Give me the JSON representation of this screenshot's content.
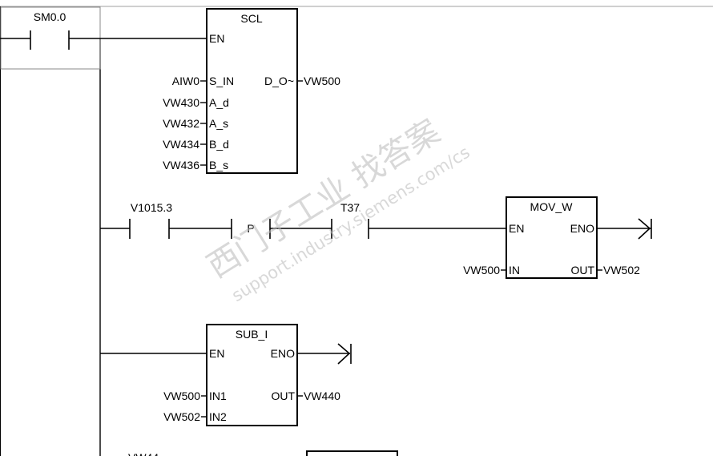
{
  "contact_sm00": {
    "label": "SM0.0"
  },
  "scl_box": {
    "title": "SCL",
    "en": "EN",
    "inputs": [
      {
        "var": "AIW0",
        "pin": "S_IN"
      },
      {
        "var": "VW430",
        "pin": "A_d"
      },
      {
        "var": "VW432",
        "pin": "A_s"
      },
      {
        "var": "VW434",
        "pin": "B_d"
      },
      {
        "var": "VW436",
        "pin": "B_s"
      }
    ],
    "output_pin": "D_O~",
    "output_var": "VW500"
  },
  "rung2": {
    "contact_label": "V1015.3",
    "edge_label": "P",
    "timer_label": "T37",
    "mov": {
      "title": "MOV_W",
      "en": "EN",
      "eno": "ENO",
      "in_pin": "IN",
      "in_var": "VW500",
      "out_pin": "OUT",
      "out_var": "VW502"
    }
  },
  "rung3": {
    "sub": {
      "title": "SUB_I",
      "en": "EN",
      "eno": "ENO",
      "in1_pin": "IN1",
      "in1_var": "VW500",
      "in2_pin": "IN2",
      "in2_var": "VW502",
      "out_pin": "OUT",
      "out_var": "VW440"
    }
  },
  "watermark": {
    "cn_text": "西门子工业 找答案",
    "url_text": "support.industry.siemens.com/cs"
  },
  "colors": {
    "line": "#000000",
    "frame": "#a0a0a0",
    "watermark": "#b9b9b9"
  }
}
